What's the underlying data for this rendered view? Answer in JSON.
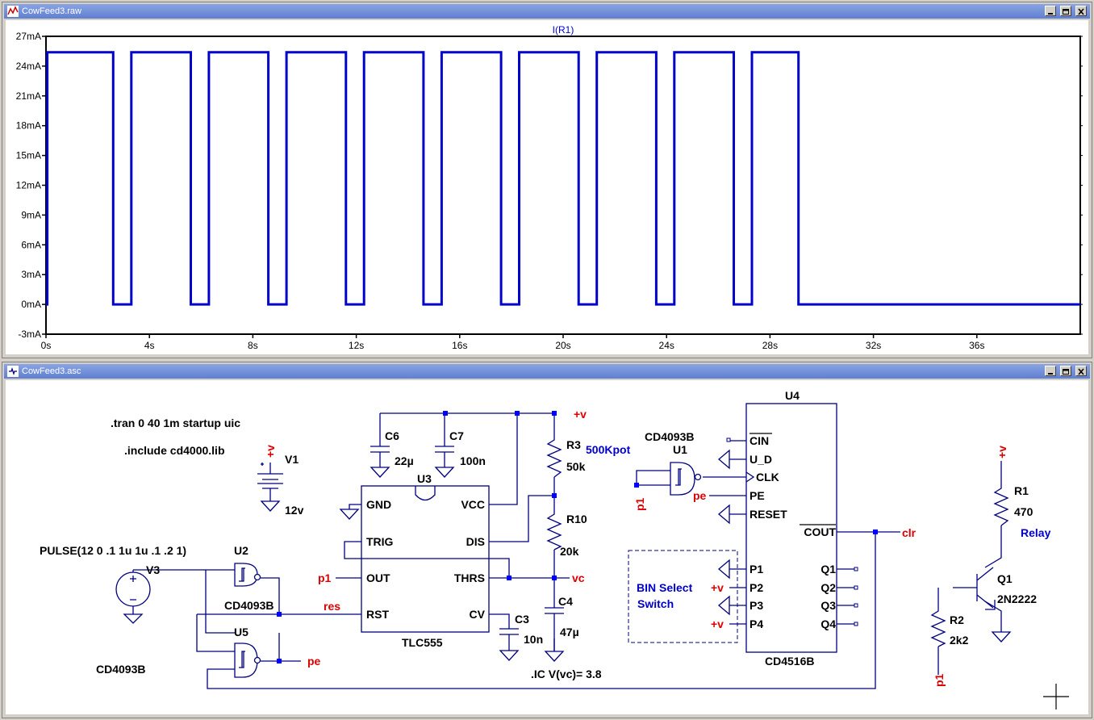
{
  "waveform_window": {
    "title": "CowFeed3.raw",
    "trace_label": "I(R1)",
    "colors": {
      "trace": "#0000cc",
      "axis_text": "#000000"
    }
  },
  "schematic_window": {
    "title": "CowFeed3.asc",
    "directives": {
      "tran": ".tran 0 40 1m startup uic",
      "include": ".include cd4000.lib",
      "ic": ".IC V(vc)= 3.8"
    },
    "components": {
      "V1": {
        "name": "V1",
        "value": "12v"
      },
      "V3": {
        "name": "V3",
        "value": "PULSE(12 0 .1 1u 1u .1 .2 1)"
      },
      "U2": {
        "name": "U2",
        "model": "CD4093B"
      },
      "U5": {
        "name": "U5",
        "model": "CD4093B"
      },
      "U1": {
        "name": "U1",
        "model": "CD4093B"
      },
      "U3": {
        "name": "U3",
        "model": "TLC555",
        "pins": [
          "GND",
          "VCC",
          "TRIG",
          "DIS",
          "OUT",
          "THRS",
          "RST",
          "CV"
        ]
      },
      "U4": {
        "name": "U4",
        "model": "CD4516B",
        "pins_left": [
          "CIN",
          "U_D",
          "CLK",
          "PE",
          "RESET",
          "P1",
          "P2",
          "P3",
          "P4"
        ],
        "pins_right": [
          "COUT",
          "Q1",
          "Q2",
          "Q3",
          "Q4"
        ]
      },
      "C6": {
        "name": "C6",
        "value": "22µ"
      },
      "C7": {
        "name": "C7",
        "value": "100n"
      },
      "C3": {
        "name": "C3",
        "value": "10n"
      },
      "C4": {
        "name": "C4",
        "value": "47µ"
      },
      "R3": {
        "name": "R3",
        "value": "50k",
        "note": "500Kpot"
      },
      "R10": {
        "name": "R10",
        "value": "20k"
      },
      "R1": {
        "name": "R1",
        "value": "470",
        "note": "Relay"
      },
      "R2": {
        "name": "R2",
        "value": "2k2"
      },
      "Q1": {
        "name": "Q1",
        "model": "2N2222"
      }
    },
    "net_labels": {
      "plus_v": "+v",
      "p1": "p1",
      "pe": "pe",
      "res": "res",
      "vc": "vc",
      "clr": "clr"
    },
    "comment": {
      "line1": "BIN Select",
      "line2": "Switch"
    },
    "colors": {
      "wire": "#000080",
      "component": "#000080",
      "text": "#000000",
      "net": "#dd0000",
      "comment": "#0000cc",
      "junction": "#0000ff"
    }
  },
  "chart_data": {
    "type": "line",
    "title": "I(R1)",
    "xlabel": "",
    "ylabel": "",
    "xlim": [
      0,
      40
    ],
    "ylim": [
      -3,
      27
    ],
    "x_ticks": [
      "0s",
      "4s",
      "8s",
      "12s",
      "16s",
      "20s",
      "24s",
      "28s",
      "32s",
      "36s"
    ],
    "x_tick_values": [
      0,
      4,
      8,
      12,
      16,
      20,
      24,
      28,
      32,
      36
    ],
    "y_ticks": [
      "-3mA",
      "0mA",
      "3mA",
      "6mA",
      "9mA",
      "12mA",
      "15mA",
      "18mA",
      "21mA",
      "24mA",
      "27mA"
    ],
    "y_tick_values": [
      -3,
      0,
      3,
      6,
      9,
      12,
      15,
      18,
      21,
      24,
      27
    ],
    "grid": false,
    "series": [
      {
        "name": "I(R1)",
        "units": "mA",
        "high": 25.4,
        "low": 0,
        "high_intervals_s": [
          [
            0.05,
            2.6
          ],
          [
            3.3,
            5.6
          ],
          [
            6.3,
            8.6
          ],
          [
            9.3,
            11.6
          ],
          [
            12.3,
            14.6
          ],
          [
            15.3,
            17.6
          ],
          [
            18.3,
            20.6
          ],
          [
            21.3,
            23.6
          ],
          [
            24.3,
            26.6
          ],
          [
            27.3,
            29.1
          ]
        ],
        "end_s": 40
      }
    ]
  }
}
